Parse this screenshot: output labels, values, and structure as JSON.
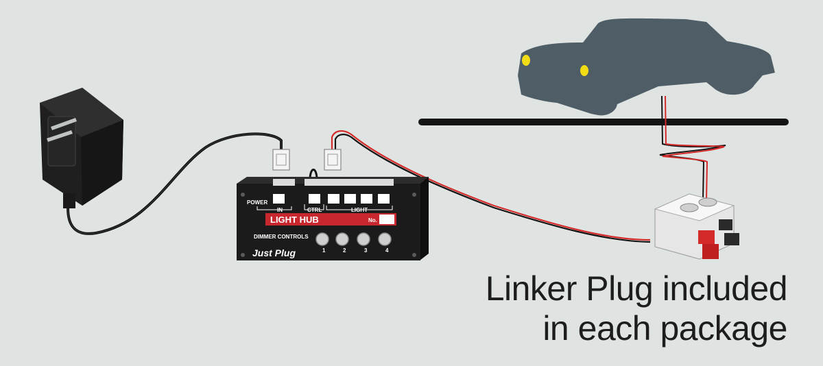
{
  "colors": {
    "background": "#dfe3e2",
    "hub_body": "#1b1b1b",
    "hub_label_band": "#c8282d",
    "wire_red": "#d42a2a",
    "wire_black": "#141414",
    "car": "#4f5e66",
    "headlight": "#f2dd14",
    "adapter": "#1f1f1f"
  },
  "hub": {
    "power_label": "POWER",
    "in_label": "IN",
    "ctrl_label": "CTRL",
    "light_label": "LIGHT",
    "name_label": "LIGHT HUB",
    "number_label": "No.",
    "dimmer_label": "DIMMER CONTROLS",
    "brand": "Just Plug",
    "knobs": [
      "1",
      "2",
      "3",
      "4"
    ]
  },
  "caption": {
    "line1": "Linker Plug included",
    "line2": "in each package"
  }
}
